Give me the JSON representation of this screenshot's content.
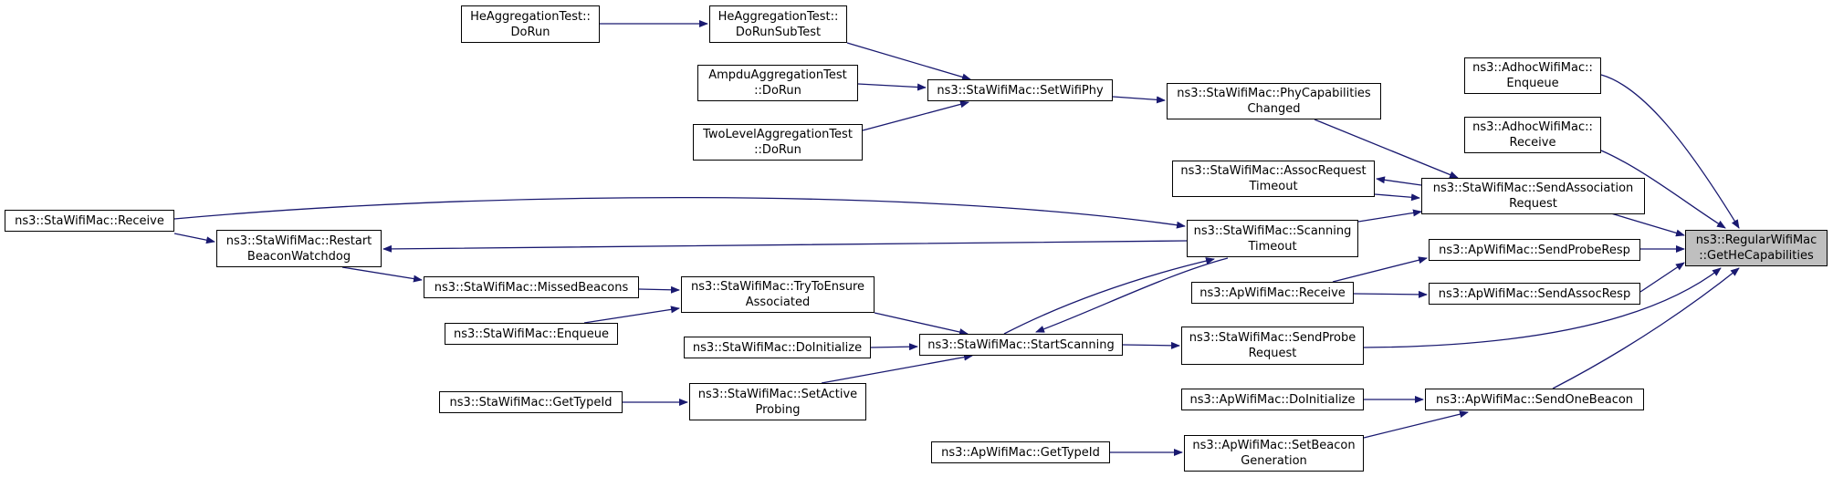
{
  "graph": {
    "title": "",
    "colors": {
      "edge": "#191970",
      "node_border": "#000000",
      "root_fill": "#bfbfbf",
      "node_fill": "#ffffff"
    },
    "nodes": [
      {
        "id": "root",
        "lines": [
          "ns3::RegularWifiMac",
          "::GetHeCapabilities"
        ],
        "root": true
      },
      {
        "id": "adhoc_enqueue",
        "lines": [
          "ns3::AdhocWifiMac::",
          "Enqueue"
        ]
      },
      {
        "id": "adhoc_receive",
        "lines": [
          "ns3::AdhocWifiMac::",
          "Receive"
        ]
      },
      {
        "id": "sta_send_assoc",
        "lines": [
          "ns3::StaWifiMac::SendAssociation",
          "Request"
        ]
      },
      {
        "id": "ap_send_probe_resp",
        "lines": [
          "ns3::ApWifiMac::SendProbeResp"
        ]
      },
      {
        "id": "ap_send_assoc_resp",
        "lines": [
          "ns3::ApWifiMac::SendAssocResp"
        ]
      },
      {
        "id": "sta_send_probe",
        "lines": [
          "ns3::StaWifiMac::SendProbe",
          "Request"
        ]
      },
      {
        "id": "ap_send_one_beacon",
        "lines": [
          "ns3::ApWifiMac::SendOneBeacon"
        ]
      },
      {
        "id": "sta_phy_cap",
        "lines": [
          "ns3::StaWifiMac::PhyCapabilities",
          "Changed"
        ]
      },
      {
        "id": "sta_assoc_timeout",
        "lines": [
          "ns3::StaWifiMac::AssocRequest",
          "Timeout"
        ]
      },
      {
        "id": "sta_scan_timeout",
        "lines": [
          "ns3::StaWifiMac::Scanning",
          "Timeout"
        ]
      },
      {
        "id": "ap_receive",
        "lines": [
          "ns3::ApWifiMac::Receive"
        ]
      },
      {
        "id": "sta_start_scanning",
        "lines": [
          "ns3::StaWifiMac::StartScanning"
        ]
      },
      {
        "id": "ap_do_init",
        "lines": [
          "ns3::ApWifiMac::DoInitialize"
        ]
      },
      {
        "id": "ap_set_beacon",
        "lines": [
          "ns3::ApWifiMac::SetBeacon",
          "Generation"
        ]
      },
      {
        "id": "sta_set_phy",
        "lines": [
          "ns3::StaWifiMac::SetWifiPhy"
        ]
      },
      {
        "id": "he_subtest",
        "lines": [
          "HeAggregationTest::",
          "DoRunSubTest"
        ]
      },
      {
        "id": "he_dorun",
        "lines": [
          "HeAggregationTest::",
          "DoRun"
        ]
      },
      {
        "id": "ampdu_dorun",
        "lines": [
          "AmpduAggregationTest",
          "::DoRun"
        ]
      },
      {
        "id": "twolevel_dorun",
        "lines": [
          "TwoLevelAggregationTest",
          "::DoRun"
        ]
      },
      {
        "id": "sta_try_ensure",
        "lines": [
          "ns3::StaWifiMac::TryToEnsure",
          "Associated"
        ]
      },
      {
        "id": "sta_do_init",
        "lines": [
          "ns3::StaWifiMac::DoInitialize"
        ]
      },
      {
        "id": "sta_set_active",
        "lines": [
          "ns3::StaWifiMac::SetActive",
          "Probing"
        ]
      },
      {
        "id": "sta_missed",
        "lines": [
          "ns3::StaWifiMac::MissedBeacons"
        ]
      },
      {
        "id": "sta_enqueue",
        "lines": [
          "ns3::StaWifiMac::Enqueue"
        ]
      },
      {
        "id": "sta_gettypeid",
        "lines": [
          "ns3::StaWifiMac::GetTypeId"
        ]
      },
      {
        "id": "ap_gettypeid",
        "lines": [
          "ns3::ApWifiMac::GetTypeId"
        ]
      },
      {
        "id": "sta_restart",
        "lines": [
          "ns3::StaWifiMac::Restart",
          "BeaconWatchdog"
        ]
      },
      {
        "id": "sta_receive",
        "lines": [
          "ns3::StaWifiMac::Receive"
        ]
      }
    ]
  }
}
